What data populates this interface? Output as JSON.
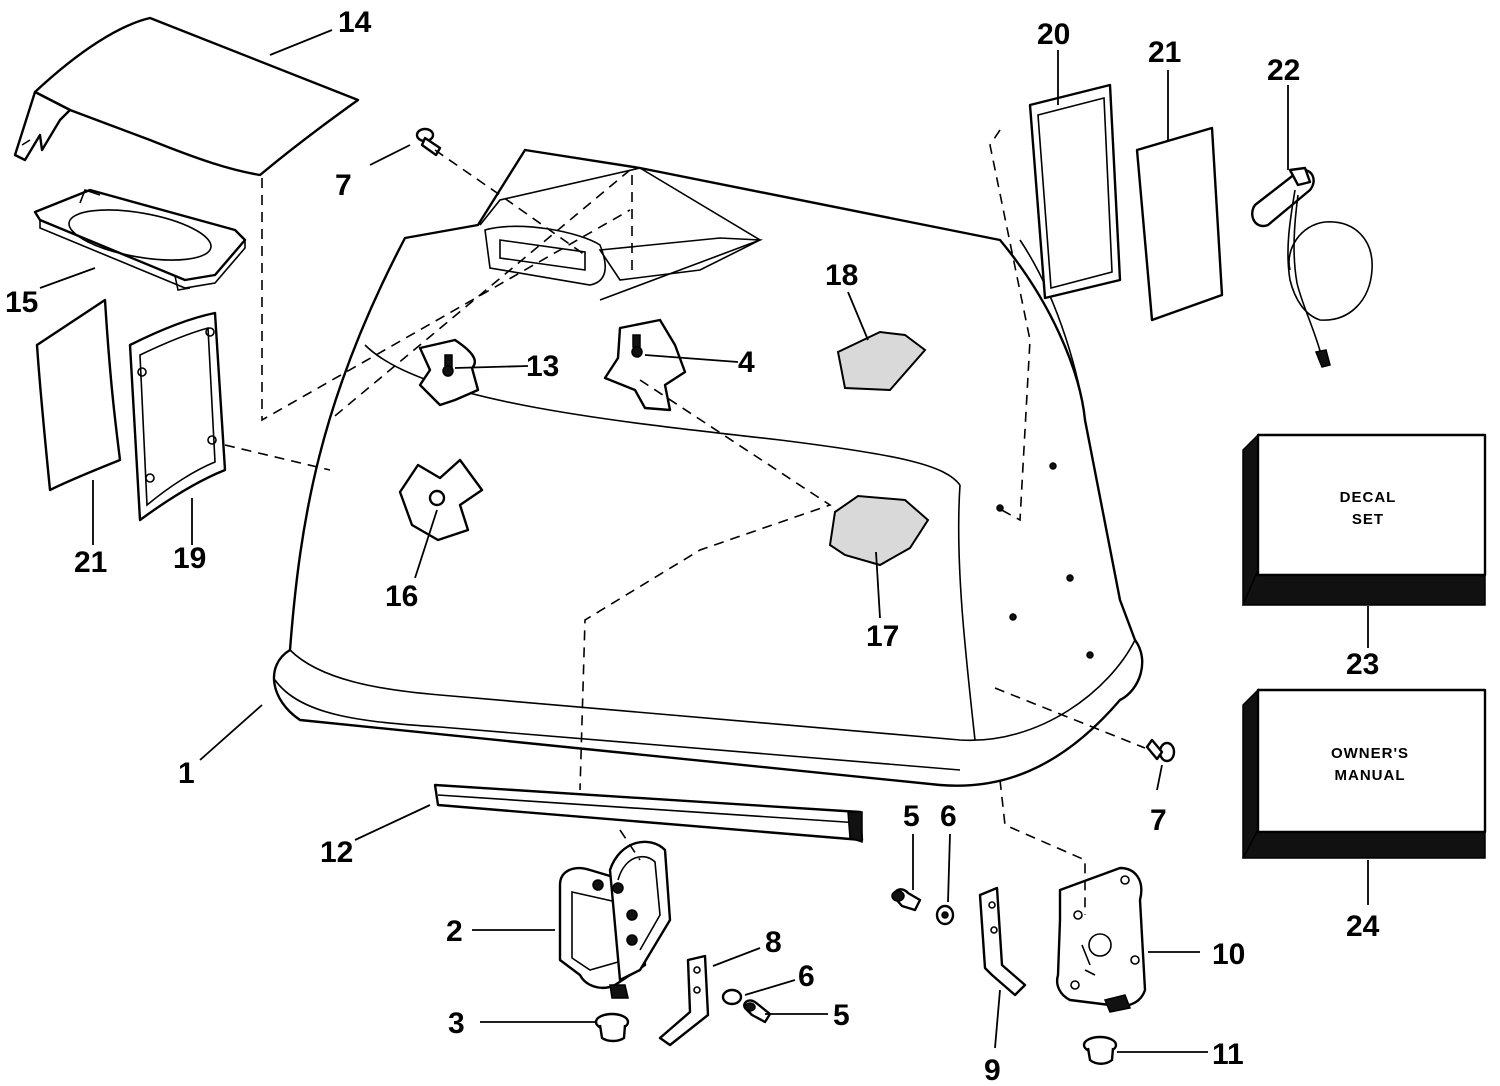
{
  "callouts": {
    "c1": "1",
    "c2": "2",
    "c3": "3",
    "c4": "4",
    "c5a": "5",
    "c5b": "5",
    "c6a": "6",
    "c6b": "6",
    "c7a": "7",
    "c7b": "7",
    "c8": "8",
    "c9": "9",
    "c10": "10",
    "c11": "11",
    "c12": "12",
    "c13": "13",
    "c14": "14",
    "c15": "15",
    "c16": "16",
    "c17": "17",
    "c18": "18",
    "c19": "19",
    "c20": "20",
    "c21a": "21",
    "c21b": "21",
    "c22": "22",
    "c23": "23",
    "c24": "24"
  },
  "boxes": {
    "decal_line1": "DECAL",
    "decal_line2": "SET",
    "manual_line1": "OWNER'S",
    "manual_line2": "MANUAL"
  }
}
